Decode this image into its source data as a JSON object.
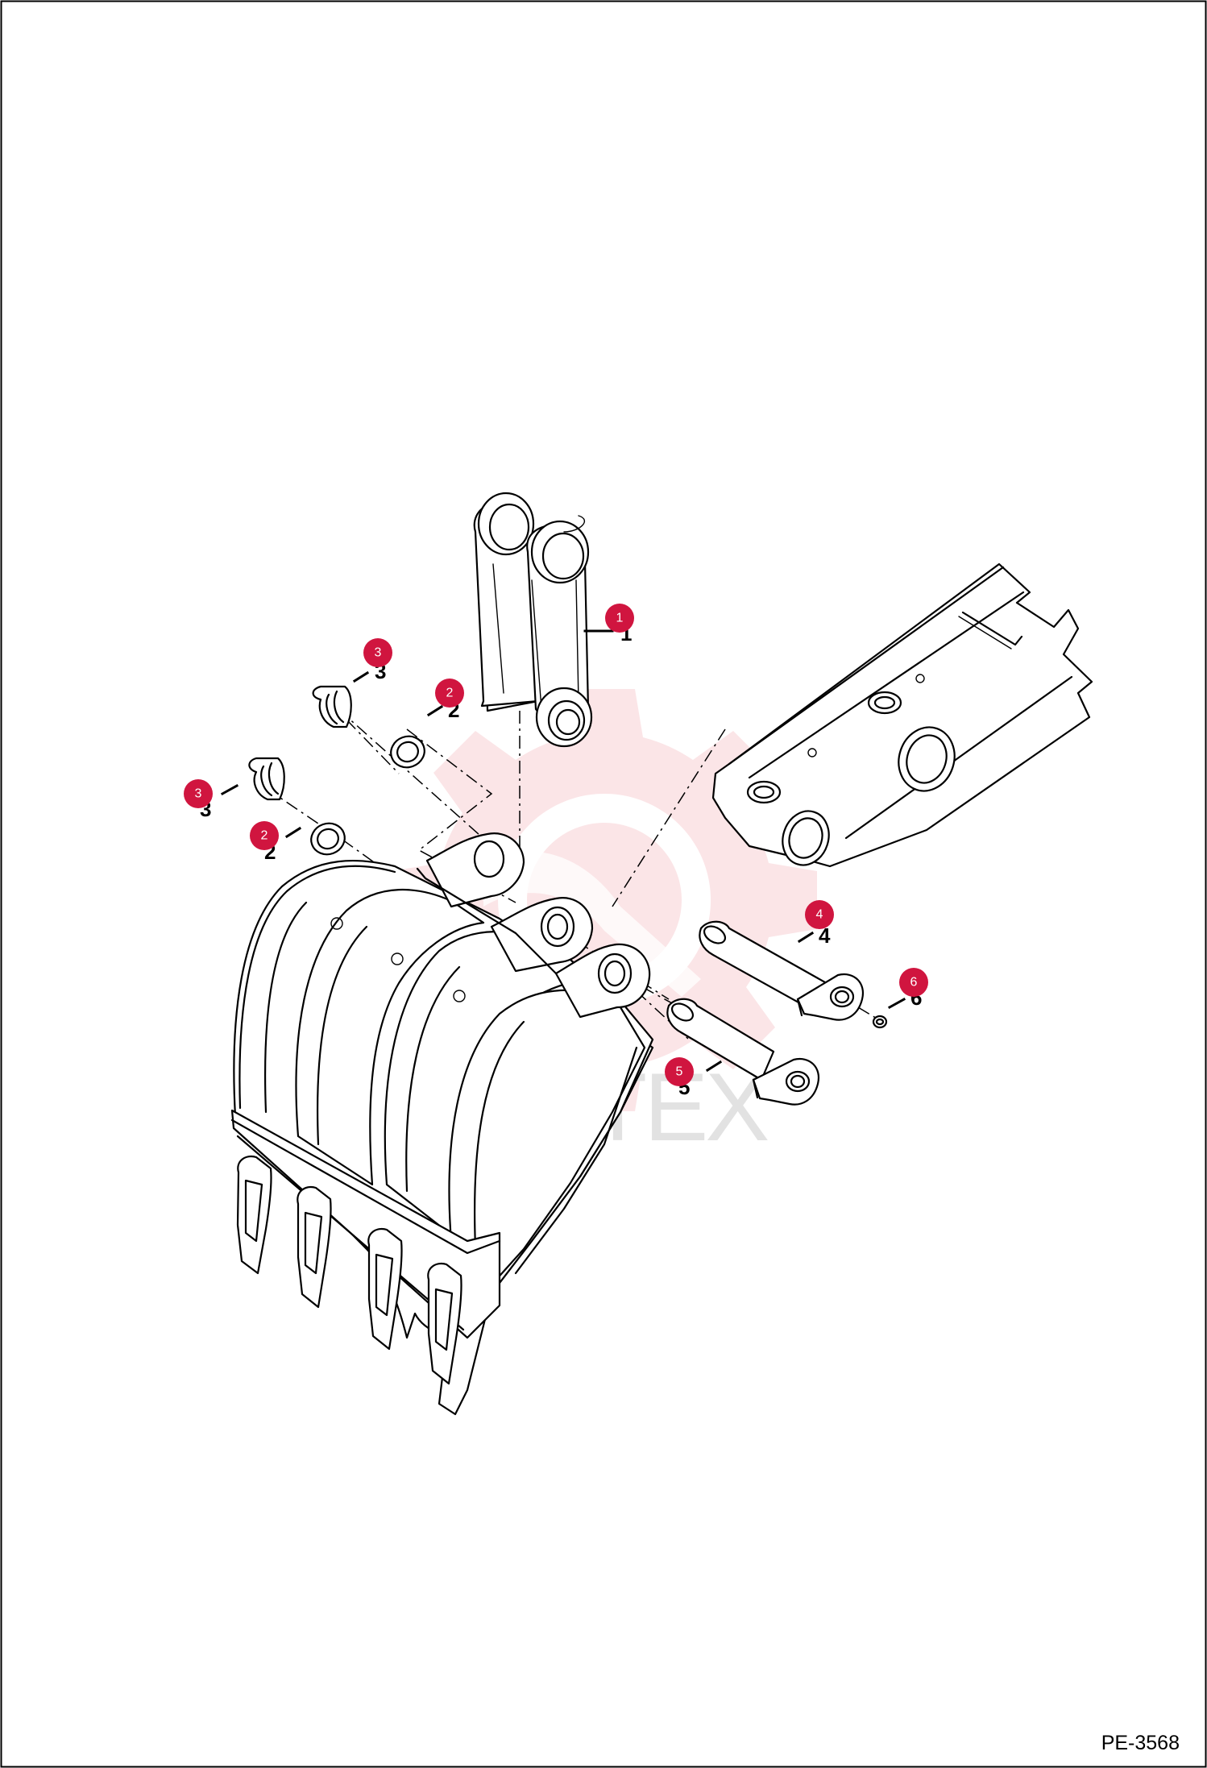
{
  "drawing_code": "PE-3568",
  "watermark": {
    "text": "ИНТЕХ",
    "color": "#f8cfd3"
  },
  "callout_color": "#d0153f",
  "callouts": [
    {
      "number": "1"
    },
    {
      "number": "2"
    },
    {
      "number": "2"
    },
    {
      "number": "3"
    },
    {
      "number": "3"
    },
    {
      "number": "4"
    },
    {
      "number": "5"
    },
    {
      "number": "6"
    }
  ]
}
